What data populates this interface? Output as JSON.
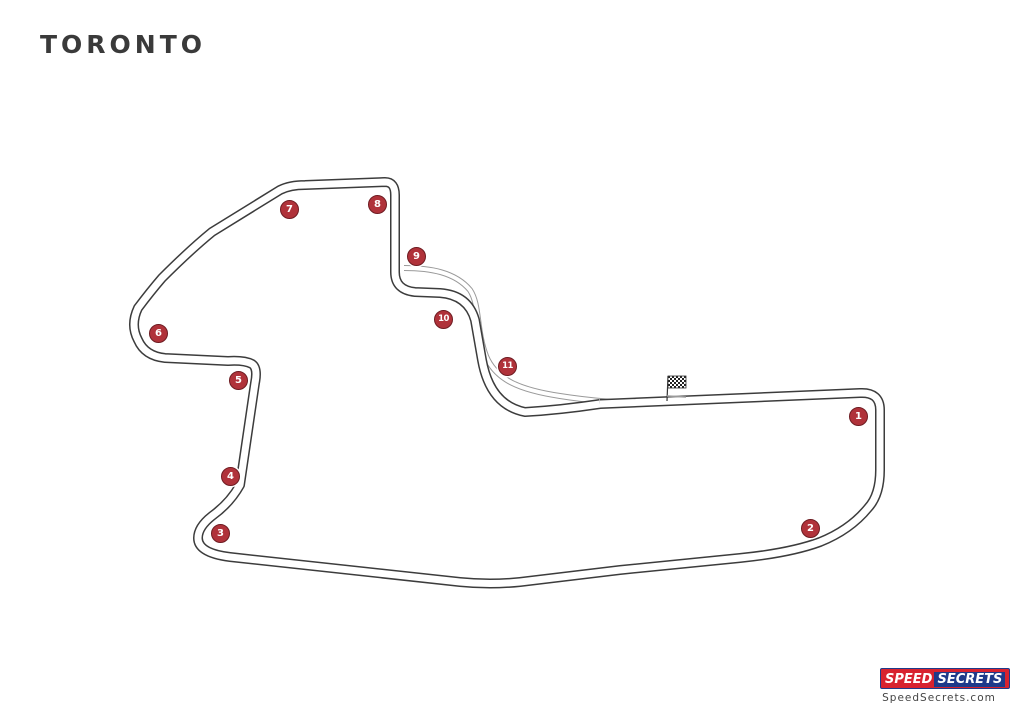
{
  "map": {
    "title": "TORONTO"
  },
  "corners": [
    {
      "label": "1"
    },
    {
      "label": "2"
    },
    {
      "label": "3"
    },
    {
      "label": "4"
    },
    {
      "label": "5"
    },
    {
      "label": "6"
    },
    {
      "label": "7"
    },
    {
      "label": "8"
    },
    {
      "label": "9"
    },
    {
      "label": "10"
    },
    {
      "label": "11"
    }
  ],
  "start_finish": {
    "icon": "checkered-flag-icon"
  },
  "brand": {
    "logo_part1": "SPEED",
    "logo_part2": "SECRETS",
    "url": "SpeedSecrets.com",
    "colors": {
      "red": "#d8222f",
      "blue": "#1f3a8a"
    }
  },
  "colors": {
    "marker": "#b0323a",
    "track_edge": "#3c3c3c",
    "pit_lane": "#9a9a9a"
  }
}
